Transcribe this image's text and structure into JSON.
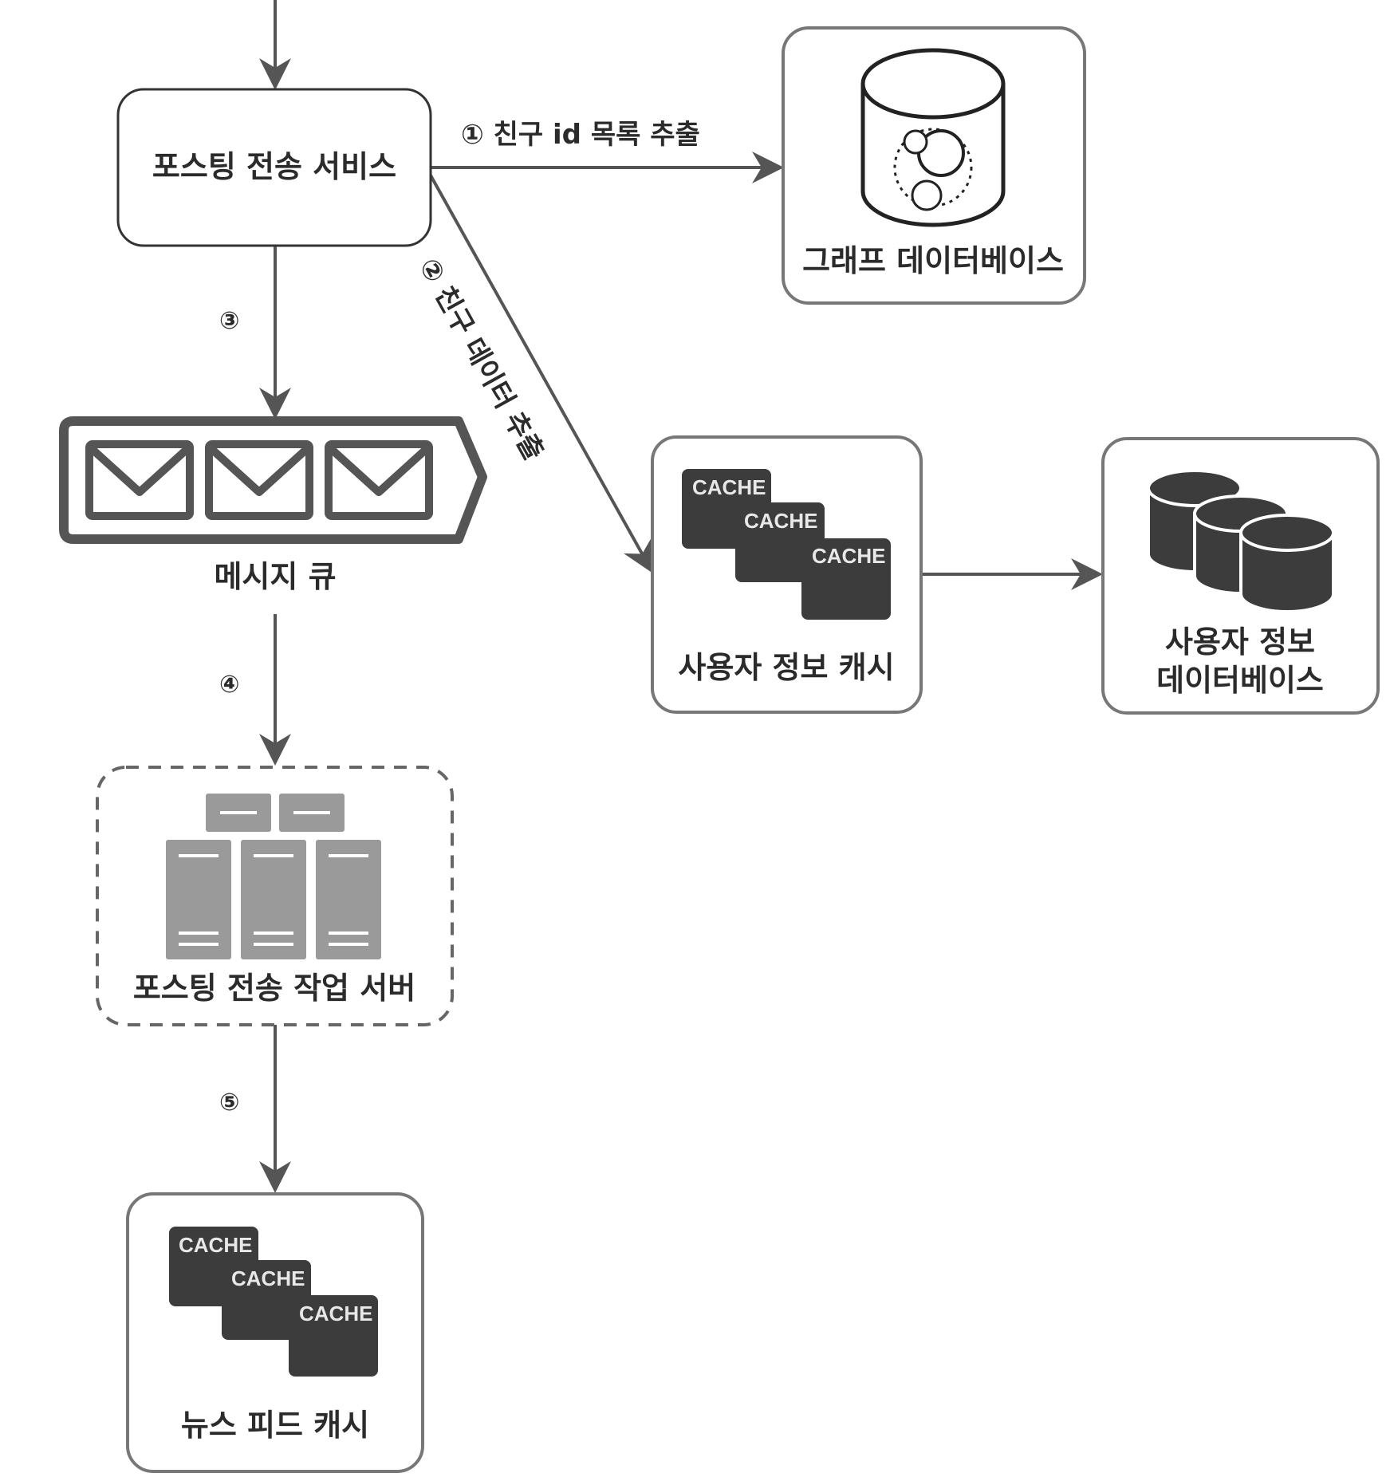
{
  "nodes": {
    "posting_service": {
      "label": "포스팅 전송 서비스"
    },
    "graph_db": {
      "label": "그래프 데이터베이스"
    },
    "message_queue": {
      "label": "메시지 큐"
    },
    "user_cache": {
      "label": "사용자 정보 캐시",
      "cache_labels": [
        "CACHE",
        "CACHE",
        "CACHE"
      ]
    },
    "user_db": {
      "label_line1": "사용자 정보",
      "label_line2": "데이터베이스"
    },
    "fanout_workers": {
      "label": "포스팅 전송 작업 서버"
    },
    "newsfeed_cache": {
      "label": "뉴스 피드 캐시",
      "cache_labels": [
        "CACHE",
        "CACHE",
        "CACHE"
      ]
    }
  },
  "edges": {
    "step1": {
      "label": "① 친구 id 목록 추출"
    },
    "step2": {
      "label": "② 친구 데이터 추출"
    },
    "step3": {
      "label": "③"
    },
    "step4": {
      "label": "④"
    },
    "step5": {
      "label": "⑤"
    }
  },
  "colors": {
    "line": "#555555",
    "box_stroke": "#666666",
    "cache_dark": "#3c3c3c",
    "server_gray": "#9a9a9a"
  }
}
